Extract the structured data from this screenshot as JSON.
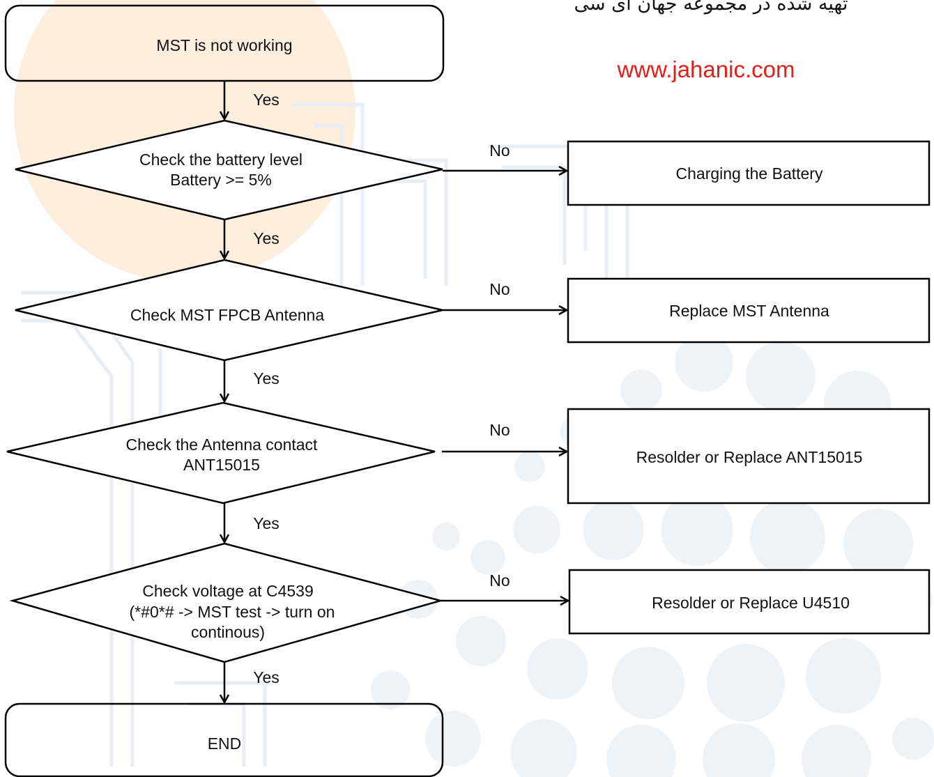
{
  "header": {
    "persian_text": "تهیه شده در مجموعه جهان ای سی",
    "url": "www.jahanic.com",
    "url_color": "#e0201b"
  },
  "watermark": {
    "circle_color": "#fdeede",
    "dot_color": "#eef3f7",
    "pattern_color": "#e8eef4"
  },
  "flowchart": {
    "start": "MST is not working",
    "end": "END",
    "decisions": [
      {
        "lines": [
          "Check the battery level",
          "Battery >= 5%"
        ]
      },
      {
        "lines": [
          "Check MST FPCB Antenna"
        ]
      },
      {
        "lines": [
          "Check the Antenna contact",
          "ANT15015"
        ]
      },
      {
        "lines": [
          "Check voltage at C4539",
          "(*#0*# -> MST test -> turn on",
          "continous)"
        ]
      }
    ],
    "actions": [
      "Charging the Battery",
      "Replace MST Antenna",
      "Resolder or Replace ANT15015",
      "Resolder or Replace U4510"
    ],
    "yes_label": "Yes",
    "no_label": "No"
  }
}
